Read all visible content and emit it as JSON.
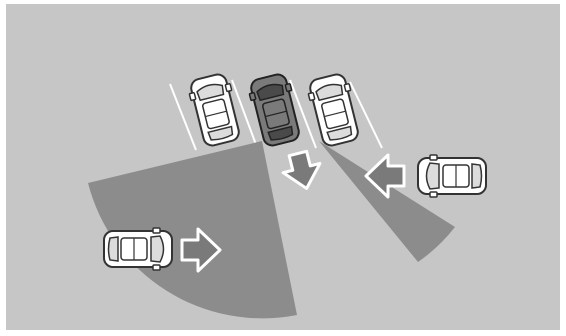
{
  "illustration": {
    "colors": {
      "frame": "#ffffff",
      "ground": "#c6c6c6",
      "sensor_zone": "#8c8c8c",
      "car_body": "#ffffff",
      "car_outline": "#333333",
      "car_glass": "#dcdcdc",
      "ego_car_body": "#7a7a7a",
      "ego_car_glass": "#4a4a4a",
      "arrow_fill": "#ffffff",
      "arrow_dark_fill": "#7a7a7a",
      "parking_line": "#ffffff"
    },
    "parked_cars": [
      {
        "role": "neighbor-left"
      },
      {
        "role": "ego-reversing"
      },
      {
        "role": "neighbor-right"
      }
    ],
    "crossing_cars": [
      {
        "role": "approaching-from-left"
      },
      {
        "role": "approaching-from-right"
      }
    ],
    "sensor_zones": [
      {
        "side": "rear-left"
      },
      {
        "side": "rear-right"
      }
    ]
  }
}
